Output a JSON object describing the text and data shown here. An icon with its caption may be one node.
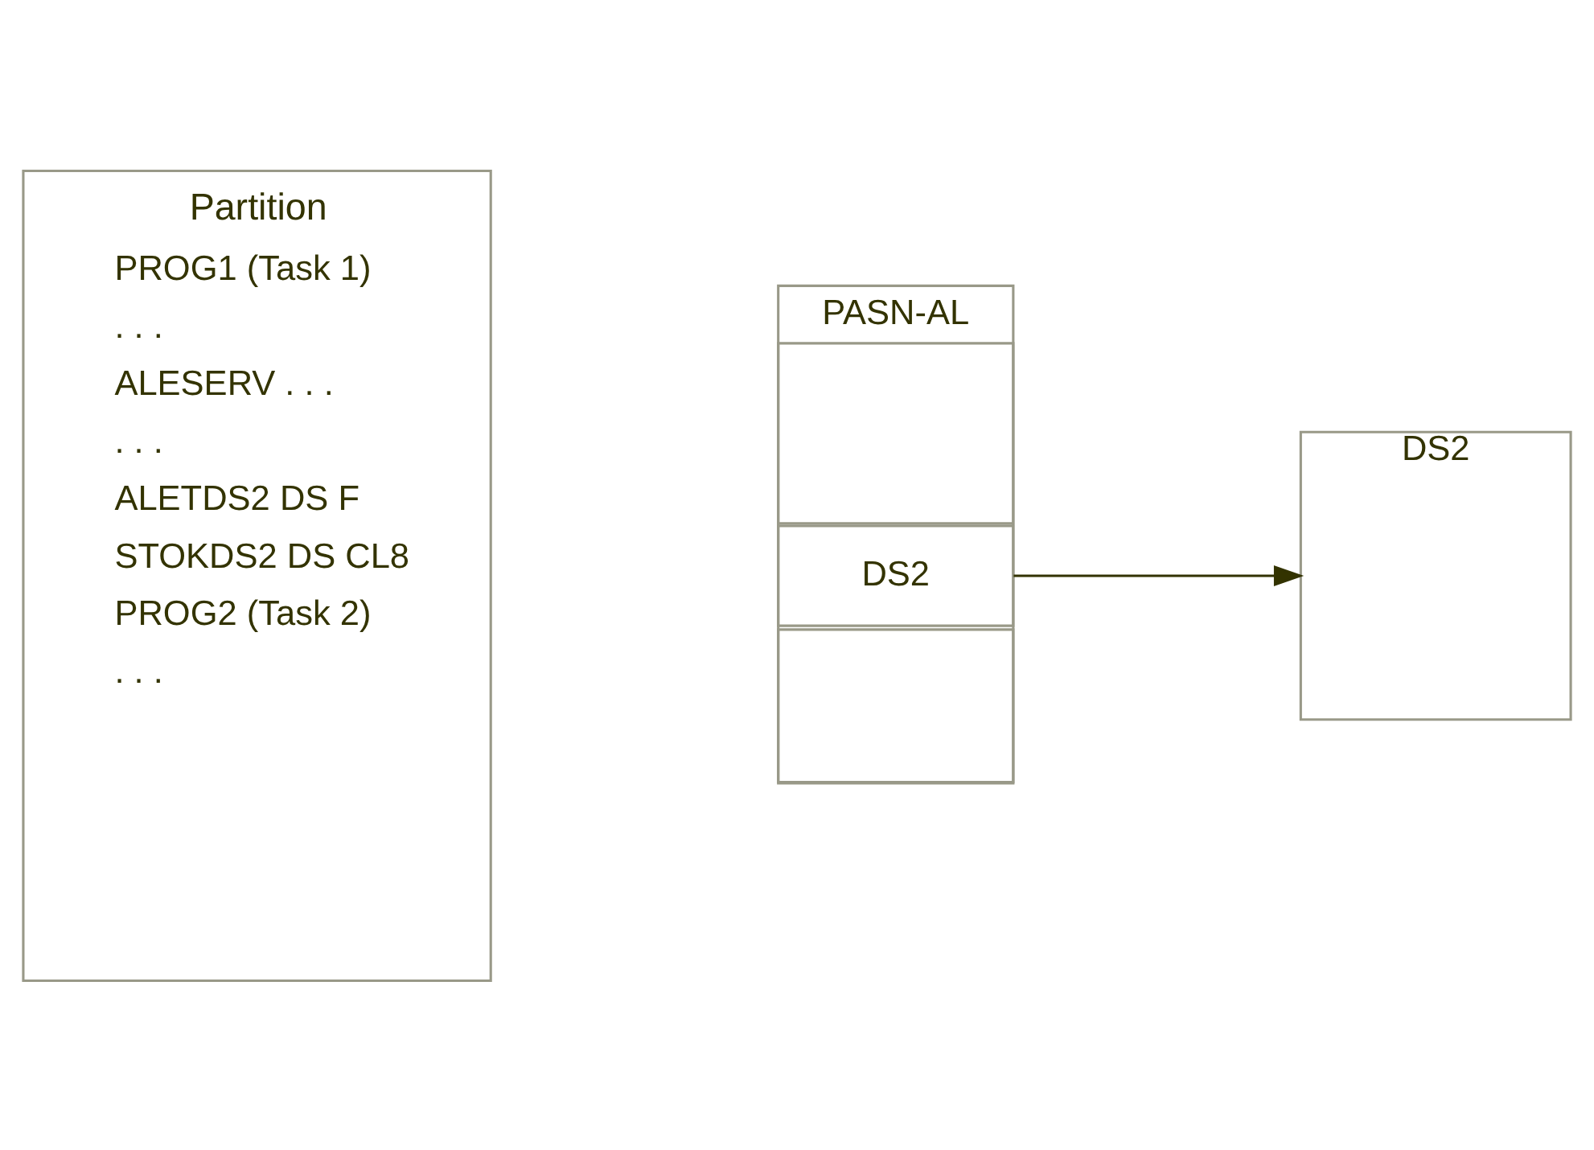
{
  "diagram": {
    "nodes": [
      {
        "text": [
          "Partition",
          "PROG1 (Task 1)",
          ". . .",
          "ALESERV . . .",
          ". . .",
          "ALETDS2 DS F",
          "STOKDS2 DS CL8",
          "PROG2 (Task 2)",
          ". . ."
        ]
      },
      {
        "text": [
          "PASN-AL"
        ]
      },
      {
        "text": [],
        "shape": "box",
        "in": 1
      },
      {
        "text": [
          "DS2"
        ],
        "in": 1
      },
      {
        "text": [],
        "shape": "box",
        "in": 1
      },
      {
        "text": [
          "DS2"
        ]
      }
    ],
    "edges": [
      {
        "from": 3,
        "to": 5,
        "arrow": "to"
      }
    ]
  }
}
